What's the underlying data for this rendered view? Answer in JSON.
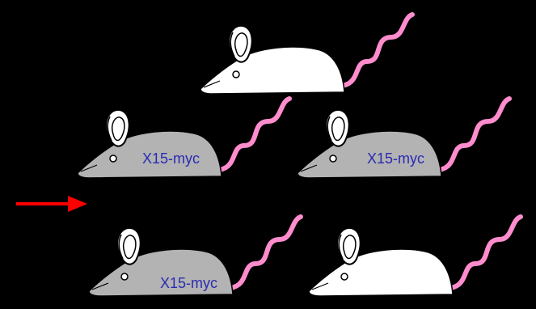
{
  "colors": {
    "background": "#000000",
    "white_mouse_body": "#ffffff",
    "gray_mouse_body": "#b3b3b3",
    "tail": "#ff8ccd",
    "outline": "#000000",
    "arrow": "#ff0000",
    "label_text": "#2a2ab4"
  },
  "mice": [
    {
      "id": "top-mouse",
      "coat": "white",
      "label": ""
    },
    {
      "id": "middle-left-mouse",
      "coat": "gray",
      "label": "X15-myc"
    },
    {
      "id": "middle-right-mouse",
      "coat": "gray",
      "label": "X15-myc"
    },
    {
      "id": "bottom-left-mouse",
      "coat": "gray",
      "label": "X15-myc"
    },
    {
      "id": "bottom-right-mouse",
      "coat": "white",
      "label": ""
    }
  ],
  "arrow": {
    "direction": "right",
    "icon": "arrow-right-icon"
  }
}
